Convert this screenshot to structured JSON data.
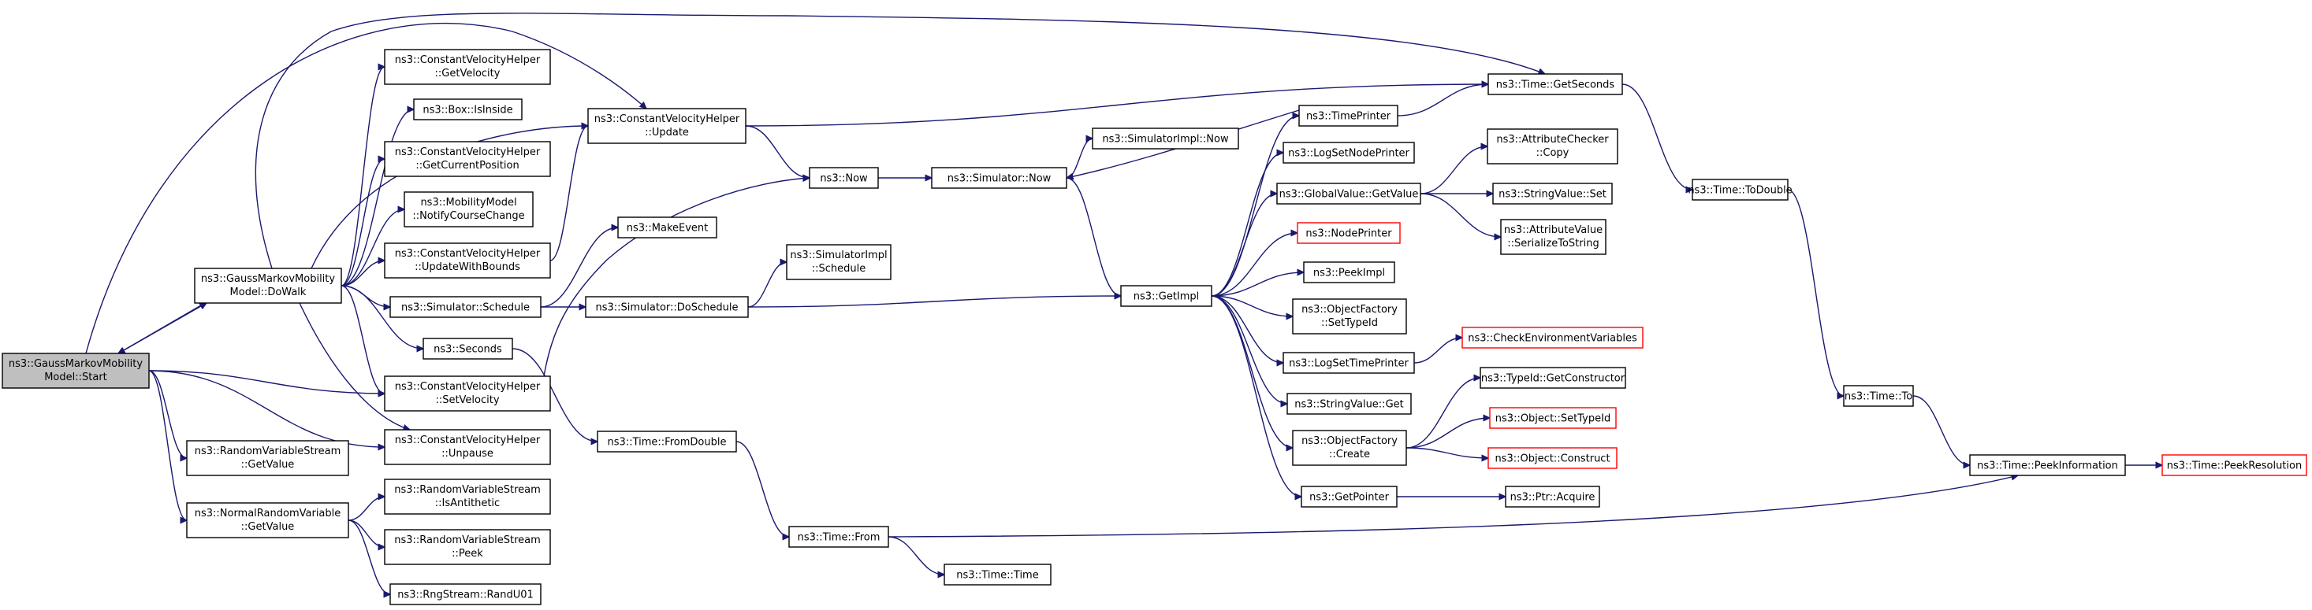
{
  "graph": {
    "type": "function call graph",
    "nodes": [
      {
        "id": "start",
        "label": [
          "ns3::GaussMarkovMobility",
          "Model::Start"
        ],
        "style": "root"
      },
      {
        "id": "dowalk",
        "label": [
          "ns3::GaussMarkovMobility",
          "Model::DoWalk"
        ]
      },
      {
        "id": "cvh_update",
        "label": [
          "ns3::ConstantVelocityHelper",
          "::Update"
        ]
      },
      {
        "id": "time_getseconds",
        "label": [
          "ns3::Time::GetSeconds"
        ]
      },
      {
        "id": "cvh_getvelocity",
        "label": [
          "ns3::ConstantVelocityHelper",
          "::GetVelocity"
        ]
      },
      {
        "id": "box_isinside",
        "label": [
          "ns3::Box::IsInside"
        ]
      },
      {
        "id": "cvh_getcurpos",
        "label": [
          "ns3::ConstantVelocityHelper",
          "::GetCurrentPosition"
        ]
      },
      {
        "id": "mm_notify",
        "label": [
          "ns3::MobilityModel",
          "::NotifyCourseChange"
        ]
      },
      {
        "id": "cvh_updbounds",
        "label": [
          "ns3::ConstantVelocityHelper",
          "::UpdateWithBounds"
        ]
      },
      {
        "id": "sim_schedule",
        "label": [
          "ns3::Simulator::Schedule"
        ]
      },
      {
        "id": "seconds",
        "label": [
          "ns3::Seconds"
        ]
      },
      {
        "id": "cvh_setvel",
        "label": [
          "ns3::ConstantVelocityHelper",
          "::SetVelocity"
        ]
      },
      {
        "id": "cvh_unpause",
        "label": [
          "ns3::ConstantVelocityHelper",
          "::Unpause"
        ]
      },
      {
        "id": "rvs_getvalue",
        "label": [
          "ns3::RandomVariableStream",
          "::GetValue"
        ]
      },
      {
        "id": "nrv_getvalue",
        "label": [
          "ns3::NormalRandomVariable",
          "::GetValue"
        ]
      },
      {
        "id": "rvs_isanti",
        "label": [
          "ns3::RandomVariableStream",
          "::IsAntithetic"
        ]
      },
      {
        "id": "rvs_peek",
        "label": [
          "ns3::RandomVariableStream",
          "::Peek"
        ]
      },
      {
        "id": "rng_randu01",
        "label": [
          "ns3::RngStream::RandU01"
        ]
      },
      {
        "id": "makeevent",
        "label": [
          "ns3::MakeEvent"
        ]
      },
      {
        "id": "now",
        "label": [
          "ns3::Now"
        ]
      },
      {
        "id": "sim_doschedule",
        "label": [
          "ns3::Simulator::DoSchedule"
        ]
      },
      {
        "id": "time_fromdouble",
        "label": [
          "ns3::Time::FromDouble"
        ]
      },
      {
        "id": "time_from",
        "label": [
          "ns3::Time::From"
        ]
      },
      {
        "id": "time_time",
        "label": [
          "ns3::Time::Time"
        ]
      },
      {
        "id": "simimpl_schedule",
        "label": [
          "ns3::SimulatorImpl",
          "::Schedule"
        ]
      },
      {
        "id": "sim_now",
        "label": [
          "ns3::Simulator::Now"
        ]
      },
      {
        "id": "simimpl_now",
        "label": [
          "ns3::SimulatorImpl::Now"
        ]
      },
      {
        "id": "getimpl",
        "label": [
          "ns3::GetImpl"
        ]
      },
      {
        "id": "timeprinter",
        "label": [
          "ns3::TimePrinter"
        ]
      },
      {
        "id": "logsetnodeprinter",
        "label": [
          "ns3::LogSetNodePrinter"
        ]
      },
      {
        "id": "gv_getvalue",
        "label": [
          "ns3::GlobalValue::GetValue"
        ]
      },
      {
        "id": "nodeprinter",
        "label": [
          "ns3::NodePrinter"
        ],
        "style": "truncated"
      },
      {
        "id": "peekimpl",
        "label": [
          "ns3::PeekImpl"
        ]
      },
      {
        "id": "of_settypeid",
        "label": [
          "ns3::ObjectFactory",
          "::SetTypeId"
        ]
      },
      {
        "id": "logsettimeprinter",
        "label": [
          "ns3::LogSetTimePrinter"
        ]
      },
      {
        "id": "sv_get",
        "label": [
          "ns3::StringValue::Get"
        ]
      },
      {
        "id": "of_create",
        "label": [
          "ns3::ObjectFactory",
          "::Create"
        ]
      },
      {
        "id": "getpointer",
        "label": [
          "ns3::GetPointer"
        ]
      },
      {
        "id": "ac_copy",
        "label": [
          "ns3::AttributeChecker",
          "::Copy"
        ]
      },
      {
        "id": "sv_set",
        "label": [
          "ns3::StringValue::Set"
        ]
      },
      {
        "id": "av_serialize",
        "label": [
          "ns3::AttributeValue",
          "::SerializeToString"
        ]
      },
      {
        "id": "checkenv",
        "label": [
          "ns3::CheckEnvironmentVariables"
        ],
        "style": "truncated"
      },
      {
        "id": "typeid_getctor",
        "label": [
          "ns3::TypeId::GetConstructor"
        ]
      },
      {
        "id": "obj_settypeid",
        "label": [
          "ns3::Object::SetTypeId"
        ],
        "style": "truncated"
      },
      {
        "id": "obj_construct",
        "label": [
          "ns3::Object::Construct"
        ],
        "style": "truncated"
      },
      {
        "id": "ptr_acquire",
        "label": [
          "ns3::Ptr::Acquire"
        ]
      },
      {
        "id": "time_todouble",
        "label": [
          "ns3::Time::ToDouble"
        ]
      },
      {
        "id": "time_to",
        "label": [
          "ns3::Time::To"
        ]
      },
      {
        "id": "time_peekinfo",
        "label": [
          "ns3::Time::PeekInformation"
        ]
      },
      {
        "id": "time_peekres",
        "label": [
          "ns3::Time::PeekResolution"
        ],
        "style": "truncated"
      }
    ],
    "edges": [
      [
        "start",
        "dowalk"
      ],
      [
        "start",
        "cvh_update"
      ],
      [
        "start",
        "cvh_setvel"
      ],
      [
        "start",
        "cvh_unpause"
      ],
      [
        "start",
        "rvs_getvalue"
      ],
      [
        "start",
        "nrv_getvalue"
      ],
      [
        "dowalk",
        "start"
      ],
      [
        "dowalk",
        "time_getseconds"
      ],
      [
        "dowalk",
        "cvh_update"
      ],
      [
        "dowalk",
        "cvh_getvelocity"
      ],
      [
        "dowalk",
        "box_isinside"
      ],
      [
        "dowalk",
        "cvh_getcurpos"
      ],
      [
        "dowalk",
        "mm_notify"
      ],
      [
        "dowalk",
        "cvh_updbounds"
      ],
      [
        "dowalk",
        "sim_schedule"
      ],
      [
        "dowalk",
        "seconds"
      ],
      [
        "dowalk",
        "cvh_setvel"
      ],
      [
        "dowalk",
        "cvh_unpause"
      ],
      [
        "cvh_update",
        "time_getseconds"
      ],
      [
        "cvh_update",
        "now"
      ],
      [
        "cvh_updbounds",
        "cvh_update"
      ],
      [
        "sim_schedule",
        "makeevent"
      ],
      [
        "sim_schedule",
        "sim_doschedule"
      ],
      [
        "seconds",
        "time_fromdouble"
      ],
      [
        "cvh_setvel",
        "now"
      ],
      [
        "nrv_getvalue",
        "rvs_isanti"
      ],
      [
        "nrv_getvalue",
        "rvs_peek"
      ],
      [
        "nrv_getvalue",
        "rng_randu01"
      ],
      [
        "now",
        "sim_now"
      ],
      [
        "sim_doschedule",
        "simimpl_schedule"
      ],
      [
        "sim_doschedule",
        "getimpl"
      ],
      [
        "time_fromdouble",
        "time_from"
      ],
      [
        "time_from",
        "time_time"
      ],
      [
        "time_from",
        "time_peekinfo"
      ],
      [
        "sim_now",
        "simimpl_now"
      ],
      [
        "sim_now",
        "getimpl"
      ],
      [
        "getimpl",
        "timeprinter"
      ],
      [
        "getimpl",
        "logsetnodeprinter"
      ],
      [
        "getimpl",
        "gv_getvalue"
      ],
      [
        "getimpl",
        "nodeprinter"
      ],
      [
        "getimpl",
        "peekimpl"
      ],
      [
        "getimpl",
        "of_settypeid"
      ],
      [
        "getimpl",
        "logsettimeprinter"
      ],
      [
        "getimpl",
        "sv_get"
      ],
      [
        "getimpl",
        "of_create"
      ],
      [
        "getimpl",
        "getpointer"
      ],
      [
        "timeprinter",
        "time_getseconds"
      ],
      [
        "timeprinter",
        "sim_now"
      ],
      [
        "gv_getvalue",
        "ac_copy"
      ],
      [
        "gv_getvalue",
        "sv_set"
      ],
      [
        "gv_getvalue",
        "av_serialize"
      ],
      [
        "logsettimeprinter",
        "checkenv"
      ],
      [
        "of_create",
        "typeid_getctor"
      ],
      [
        "of_create",
        "obj_settypeid"
      ],
      [
        "of_create",
        "obj_construct"
      ],
      [
        "getpointer",
        "ptr_acquire"
      ],
      [
        "time_getseconds",
        "time_todouble"
      ],
      [
        "time_todouble",
        "time_to"
      ],
      [
        "time_to",
        "time_peekinfo"
      ],
      [
        "time_peekinfo",
        "time_peekres"
      ]
    ]
  }
}
